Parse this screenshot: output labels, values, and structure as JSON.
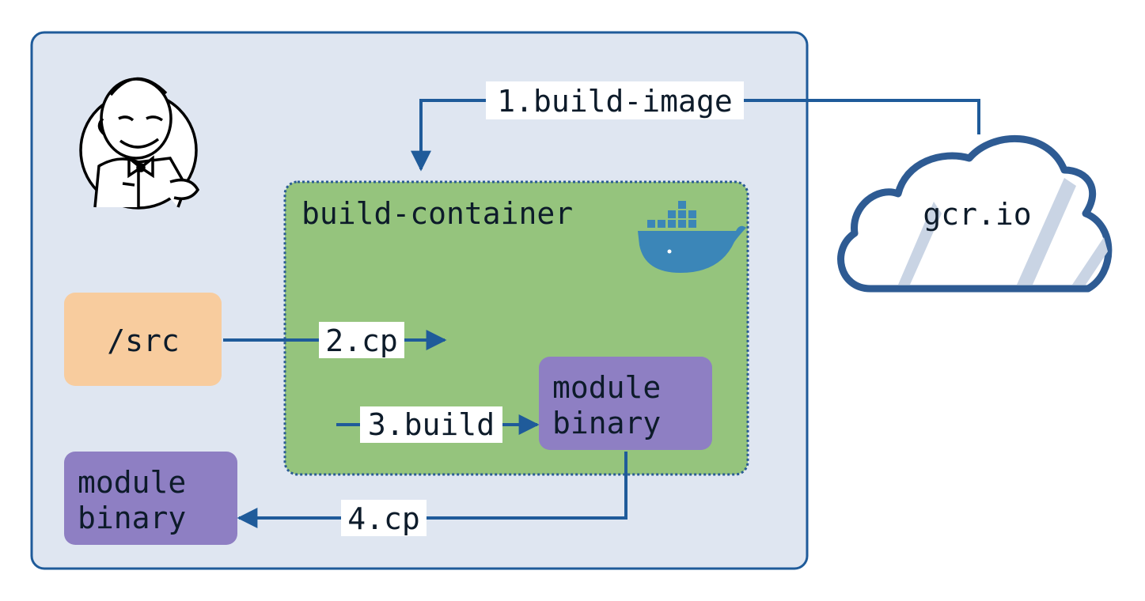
{
  "labels": {
    "build_image": "1.build-image",
    "container": "build-container",
    "registry": "gcr.io",
    "src": "/src",
    "cp_in": "2.cp",
    "build": "3.build",
    "module_inner_line1": "module",
    "module_inner_line2": "binary",
    "cp_out": "4.cp",
    "module_outer_line1": "module",
    "module_outer_line2": "binary"
  },
  "icons": {
    "ci_logo": "jenkins-butler-icon",
    "container_logo": "docker-whale-icon",
    "registry_shape": "cloud-icon"
  },
  "colors": {
    "host_fill": "#dfe6f1",
    "host_stroke": "#1f5b9a",
    "container_fill": "#95c47d",
    "container_stroke": "#2a5c94",
    "src_fill": "#f8cc9e",
    "module_fill": "#8e7fc3",
    "arrow": "#1f5b9a",
    "docker": "#3b86b8"
  }
}
